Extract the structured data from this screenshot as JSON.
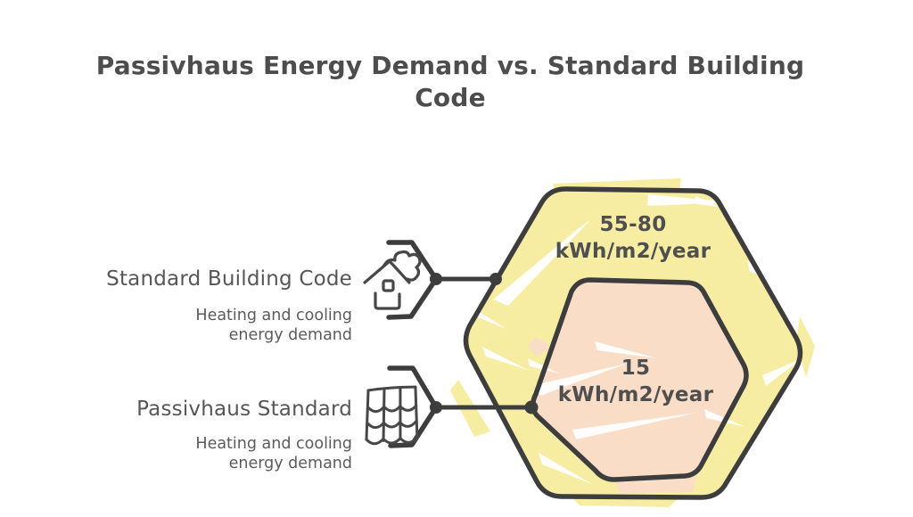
{
  "title": {
    "line1": "Passivhaus Energy Demand vs. Standard Building",
    "line2": "Code"
  },
  "items": [
    {
      "label": "Standard Building Code",
      "description": "Heating and cooling energy demand",
      "icon": "house-fire-icon",
      "value": "55-80",
      "unit": "kWh/m2/year"
    },
    {
      "label": "Passivhaus Standard",
      "description": "Heating and cooling energy demand",
      "icon": "roof-tiles-icon",
      "value": "15",
      "unit": "kWh/m2/year"
    }
  ],
  "colors": {
    "outer_hexagon_fill": "#f6eda3",
    "inner_hexagon_fill": "#f9ddc7",
    "outline": "#3d3d3d",
    "title_text": "#4d4d4d",
    "label_text": "#565656"
  }
}
